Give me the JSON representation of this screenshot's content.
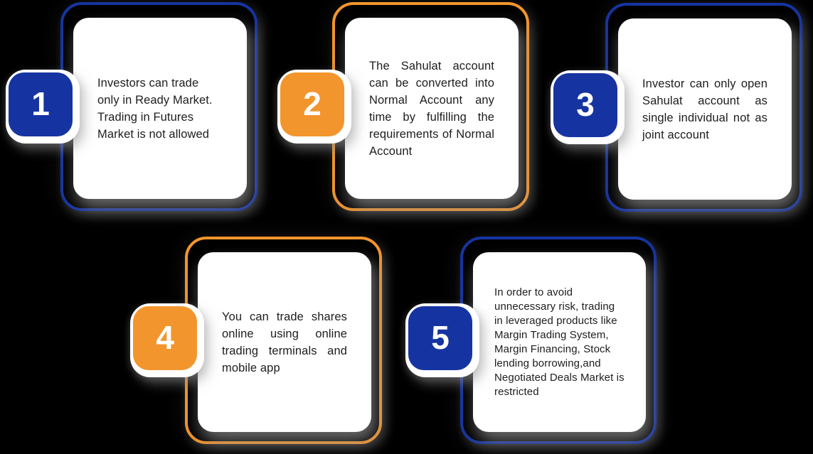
{
  "page": {
    "background_color": "#000000",
    "description": "Sahulat account rules infographic with five numbered cards"
  },
  "colors": {
    "blue": "#1634A1",
    "orange": "#F3952D",
    "card_background": "#FFFFFF",
    "text": "#1D1D1D",
    "number_text": "#FFFFFF"
  },
  "cards": [
    {
      "number": "1",
      "color": "blue",
      "text": "Investors can trade only in Ready Market. Trading in Futures Market is not allowed"
    },
    {
      "number": "2",
      "color": "orange",
      "text": "The Sahulat account can be converted into Normal Account any time by fulfilling the requirements of Normal Account"
    },
    {
      "number": "3",
      "color": "blue",
      "text": "Investor can only open Sahulat account as single individual not as joint account"
    },
    {
      "number": "4",
      "color": "orange",
      "text": "You can trade shares online using online trading terminals and mobile app"
    },
    {
      "number": "5",
      "color": "blue",
      "text": "In order to avoid unnecessary risk, trading in leveraged products like Margin Trading System, Margin Financing, Stock lending borrowing,and Negotiated Deals Market is restricted"
    }
  ]
}
